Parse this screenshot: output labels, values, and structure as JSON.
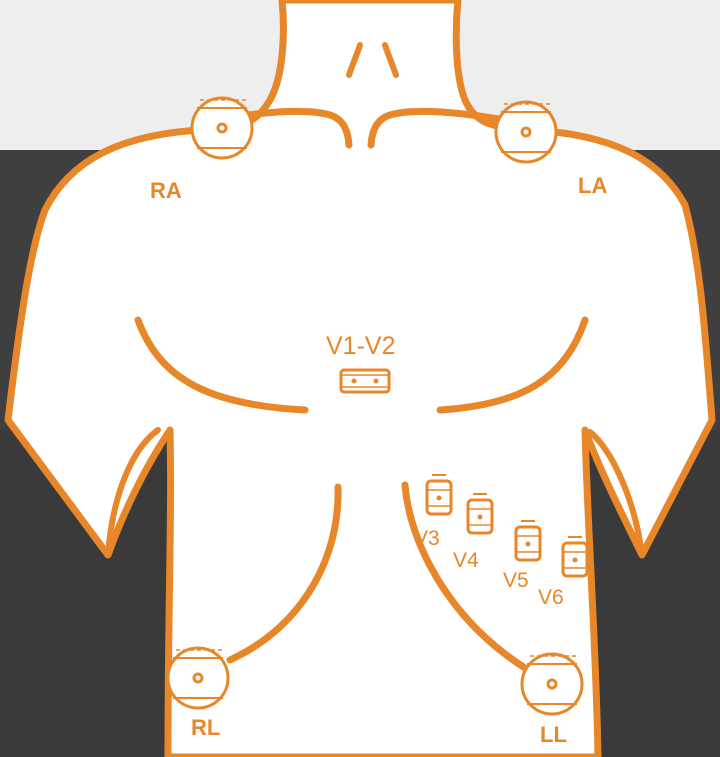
{
  "colors": {
    "accent": "#e8862a",
    "body_fill": "#ffffff",
    "background": "#3f3f3f",
    "top_background": "#eeeeee"
  },
  "labels": {
    "ra": "RA",
    "la": "LA",
    "v1v2": "V1-V2",
    "v3": "V3",
    "v4": "V4",
    "v5": "V5",
    "v6": "V6",
    "rl": "RL",
    "ll": "LL"
  }
}
